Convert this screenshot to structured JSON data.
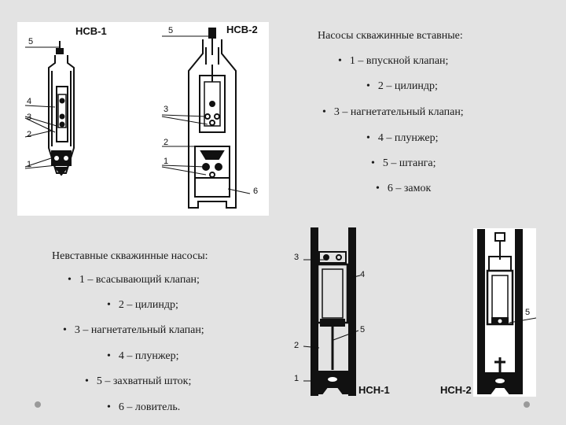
{
  "top_diagram": {
    "pump_left_title": "НСВ-1",
    "pump_right_title": "НСВ-2",
    "left_labels": [
      "5",
      "4",
      "3",
      "2",
      "1"
    ],
    "right_labels": [
      "5",
      "3",
      "2",
      "1",
      "6"
    ]
  },
  "bottom_diagram": {
    "pump_left_title": "НСН-1",
    "pump_right_title": "НСН-2",
    "left_labels": [
      "3",
      "4",
      "5",
      "2",
      "1"
    ],
    "right_labels": [
      "5"
    ]
  },
  "insert_pumps": {
    "heading": "Насосы скважинные вставные:",
    "items": [
      "1 – впускной клапан;",
      "2 – цилиндр;",
      "3 – нагнетательный клапан;",
      "4 – плунжер;",
      "5 – штанга;",
      "6 – замок"
    ]
  },
  "non_insert_pumps": {
    "heading": "Невставные скважинные насосы:",
    "items": [
      "1 – всасывающий клапан;",
      "2 – цилиндр;",
      "3 – нагнетательный клапан;",
      "4 – плунжер;",
      "5 – захватный шток;",
      "6 – ловитель."
    ]
  },
  "bullet_symbol": "•"
}
